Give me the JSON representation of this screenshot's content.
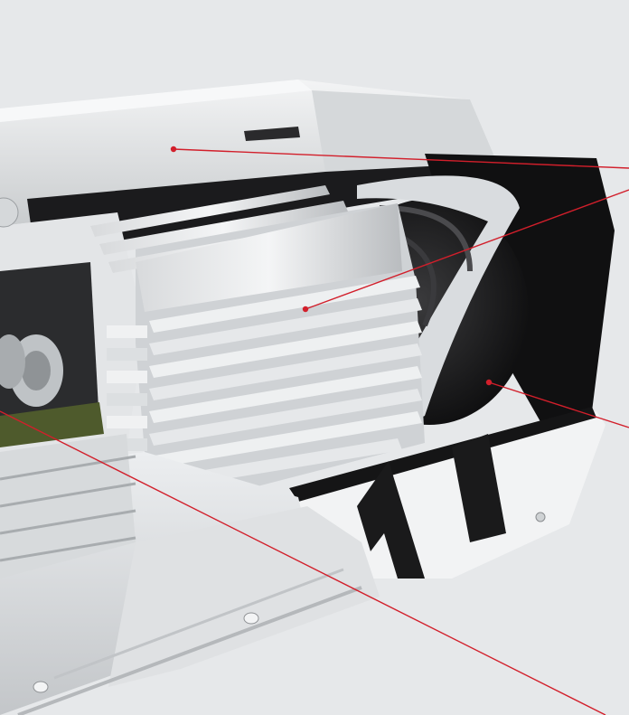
{
  "image": {
    "subject": "cutaway-render-of-projector-housing",
    "background_color": "#e6e8ea",
    "callout_color": "#d21f2b",
    "callouts": [
      {
        "name": "callout-top-cover"
      },
      {
        "name": "callout-heatsink"
      },
      {
        "name": "callout-fan"
      },
      {
        "name": "callout-lower-fins"
      }
    ]
  }
}
